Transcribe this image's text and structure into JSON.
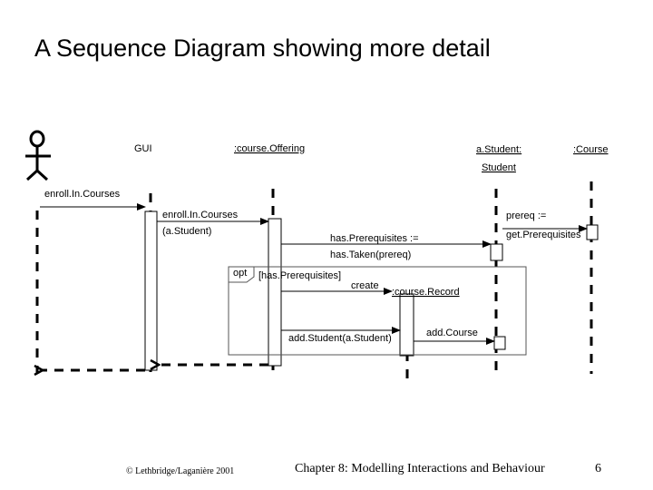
{
  "title": "A Sequence Diagram showing more detail",
  "objects": {
    "gui": "GUI",
    "course_offering": ":course.Offering",
    "a_student_line1": "a.Student:",
    "a_student_line2": "Student",
    "course": ":Course",
    "course_record": ":course.Record"
  },
  "messages": {
    "enroll_outer": "enroll.In.Courses",
    "enroll_inner_line1": "enroll.In.Courses",
    "enroll_inner_line2": "(a.Student)",
    "has_prereq_line1": "has.Prerequisites :=",
    "has_prereq_line2": "has.Taken(prereq)",
    "prereq_line1": "prereq :=",
    "prereq_line2": "get.Prerequisites",
    "create": "create",
    "add_student": "add.Student(a.Student)",
    "add_course": "add.Course"
  },
  "fragment": {
    "operator": "opt",
    "guard": "[has.Prerequisites]"
  },
  "footer": {
    "copyright": "© Lethbridge/Laganière 2001",
    "chapter": "Chapter 8: Modelling Interactions and Behaviour",
    "page": "6"
  }
}
